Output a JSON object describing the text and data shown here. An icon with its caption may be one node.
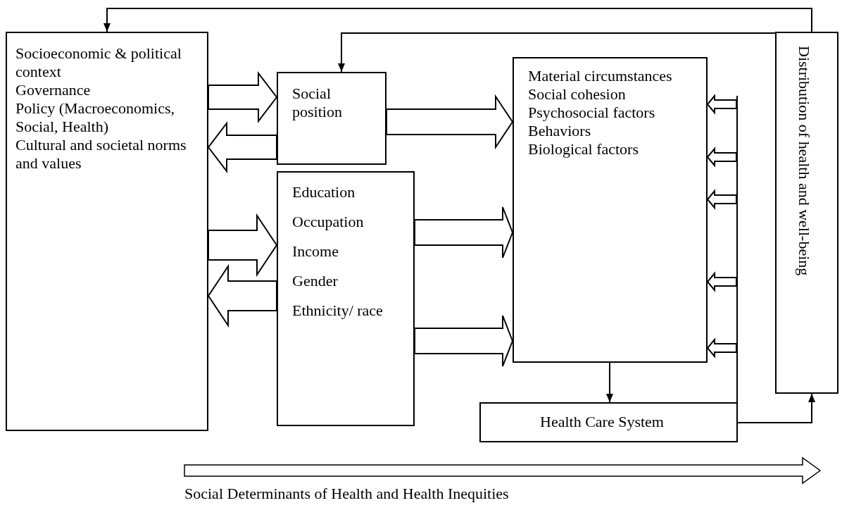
{
  "diagram": {
    "nodes": [
      {
        "text": [
          "Socioeconomic & political context",
          "Governance",
          "Policy (Macroeconomics, Social, Health)",
          "Cultural and societal norms and values"
        ]
      },
      {
        "text": [
          "Social position"
        ]
      },
      {
        "text": [
          "Education",
          "Occupation",
          "Income",
          "Gender",
          "Ethnicity/ race"
        ]
      },
      {
        "text": [
          "Material circumstances",
          "Social cohesion",
          "Psychosocial factors",
          "Behaviors",
          "Biological factors"
        ]
      },
      {
        "text": [
          "Health Care System"
        ]
      },
      {
        "text": [
          "Distribution of health and well-being"
        ]
      },
      {
        "text": [],
        "shape": "bar"
      }
    ],
    "edges": [
      {
        "from": 5,
        "to": 0,
        "arrow": "to"
      },
      {
        "from": 5,
        "to": 1,
        "arrow": "to"
      },
      {
        "from": 0,
        "to": 1,
        "arrow": "to",
        "style": "thick"
      },
      {
        "from": 1,
        "to": 0,
        "arrow": "to",
        "style": "thick"
      },
      {
        "from": 0,
        "to": 2,
        "arrow": "to",
        "style": "thick"
      },
      {
        "from": 2,
        "to": 0,
        "arrow": "to",
        "style": "thick"
      },
      {
        "from": 1,
        "to": 3,
        "arrow": "to",
        "style": "thick"
      },
      {
        "from": 2,
        "to": 3,
        "arrow": "to",
        "style": "thick"
      },
      {
        "from": 2,
        "to": 3,
        "arrow": "to",
        "style": "thick"
      },
      {
        "from": 3,
        "to": 4,
        "arrow": "to"
      },
      {
        "from": 4,
        "to": 5,
        "arrow": "to"
      },
      {
        "from": 6,
        "to": 3,
        "arrow": "to",
        "style": "thick"
      },
      {
        "from": 6,
        "to": 3,
        "arrow": "to",
        "style": "thick"
      },
      {
        "from": 6,
        "to": 3,
        "arrow": "to",
        "style": "thick"
      },
      {
        "from": 6,
        "to": 3,
        "arrow": "to",
        "style": "thick"
      },
      {
        "from": 6,
        "to": 3,
        "arrow": "to",
        "style": "thick"
      }
    ],
    "labels": [
      "Social Determinants of Health and Health Inequities"
    ]
  }
}
